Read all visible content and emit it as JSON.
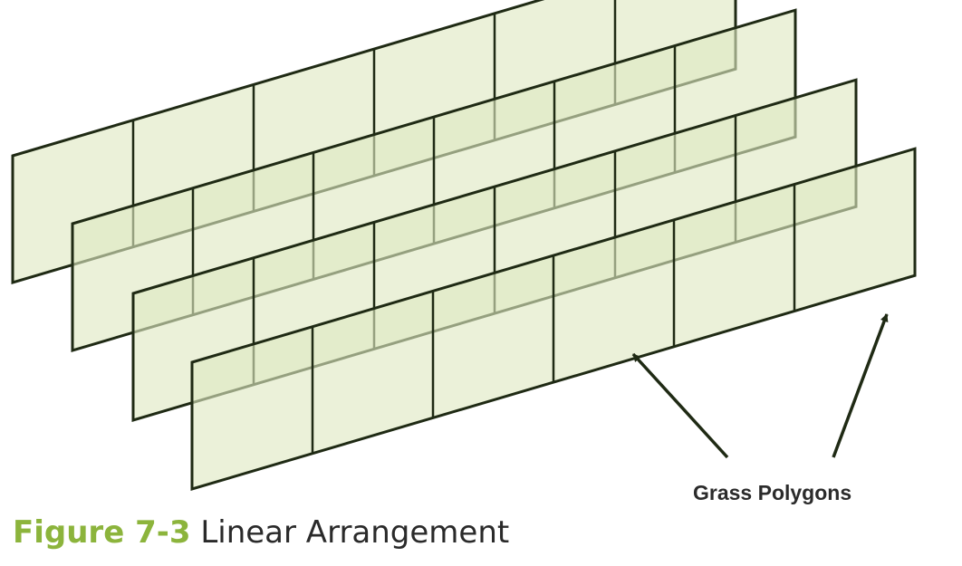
{
  "colors": {
    "panel_fill": "#dfe8c2",
    "overlap_fill": "#c3d491",
    "stroke": "#1f2a14",
    "caption_number": "#8cb43c",
    "caption_text": "#2a2a2a",
    "annotation_text": "#2b2b2b"
  },
  "diagram": {
    "annotation_label": "Grass Polygons"
  },
  "caption": {
    "number": "Figure 7-3",
    "title": "Linear Arrangement"
  }
}
